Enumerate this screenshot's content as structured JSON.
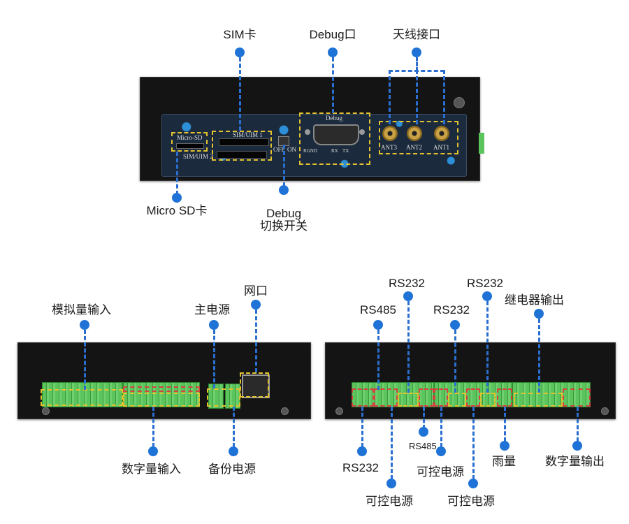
{
  "top_labels": {
    "sim_card": "SIM卡",
    "debug_port": "Debug口",
    "antenna_port": "天线接口",
    "micro_sd": "Micro SD卡",
    "debug_switch_line1": "Debug",
    "debug_switch_line2": "切换开关"
  },
  "device_silkscreen": {
    "micro_sd": "Micro-SD",
    "sim1": "SIM/UIM 1",
    "sim2": "SIM/UIM 2",
    "debug": "Debug",
    "off": "OFF",
    "on": "ON",
    "pin_rgnd": "RGND",
    "pin_rx": "RX",
    "pin_tx": "TX",
    "ant3": "ANT3",
    "ant2": "ANT2",
    "ant1": "ANT1"
  },
  "bottom_left_labels": {
    "analog_input": "模拟量输入",
    "main_power": "主电源",
    "ethernet": "网口",
    "digital_input": "数字量输入",
    "backup_power": "备份电源"
  },
  "bottom_right_labels": {
    "rs485_top": "RS485",
    "rs232_a": "RS232",
    "rs232_b": "RS232",
    "rs232_c": "RS232",
    "relay_output": "继电器输出",
    "rs232_bottom": "RS232",
    "controlled_power_a": "可控电源",
    "rs485_bottom": "RS485",
    "controlled_power_b": "可控电源",
    "controlled_power_c": "可控电源",
    "rain": "雨量",
    "digital_output": "数字量输出"
  },
  "colors": {
    "leader": "#2a6fd0",
    "dot": "#1f73d6",
    "highlight_yellow": "#e3c230",
    "highlight_red": "#d64040",
    "terminal_green": "#5cc45c",
    "case": "#141414"
  }
}
